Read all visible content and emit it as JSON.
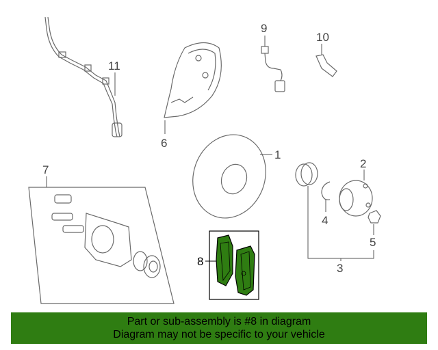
{
  "callouts": {
    "c1": "1",
    "c2": "2",
    "c3": "3",
    "c4": "4",
    "c5": "5",
    "c6": "6",
    "c7": "7",
    "c8": "8",
    "c9": "9",
    "c10": "10",
    "c11": "11"
  },
  "banner": {
    "line1": "Part or sub-assembly is #8 in diagram",
    "line2": "Diagram may not be specific to your vehicle"
  },
  "colors": {
    "highlight": "#2f7d12",
    "pad_fill": "#2f7d12"
  }
}
